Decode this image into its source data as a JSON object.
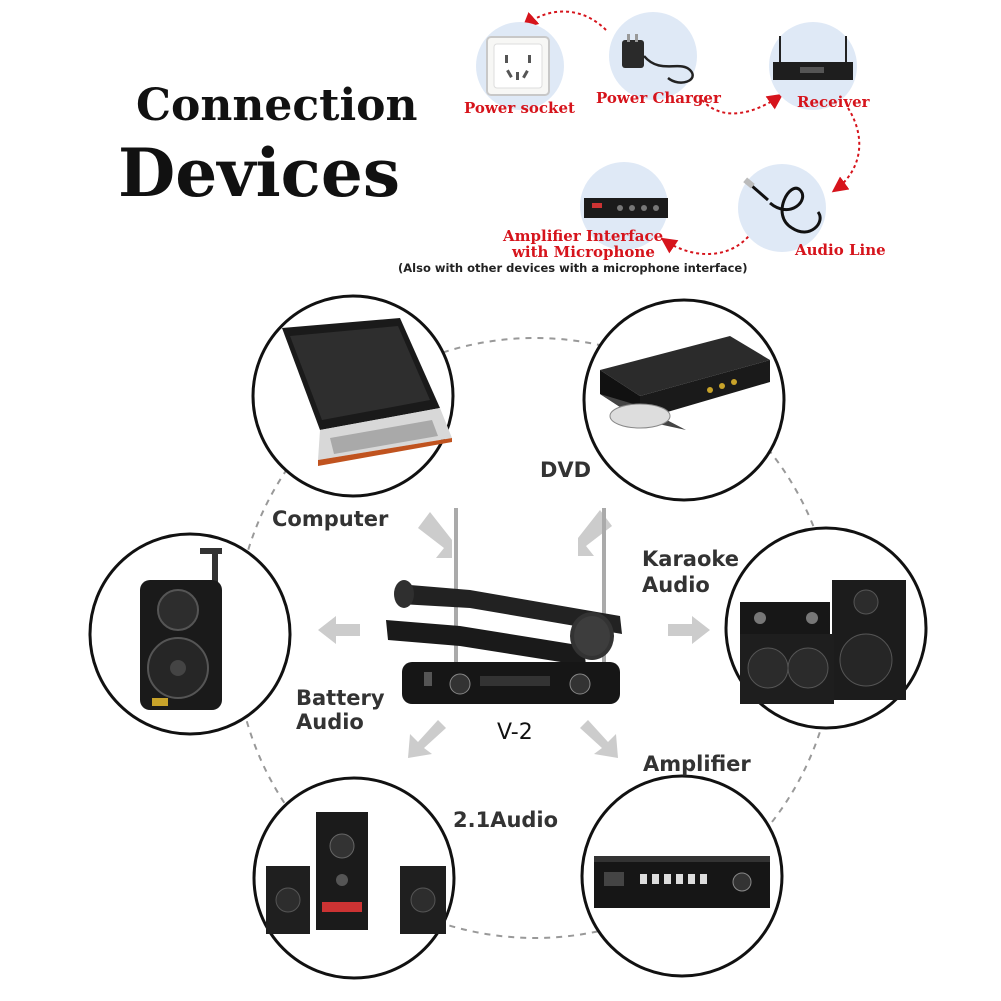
{
  "title": {
    "line1": "Connection",
    "line2": "Devices"
  },
  "flow": {
    "power_socket": "Power socket",
    "power_charger": "Power Charger",
    "receiver": "Receiver",
    "audio_line": "Audio Line",
    "amplifier_interface_line1": "Amplifier Interface",
    "amplifier_interface_line2": "with Microphone",
    "note": "(Also with other devices with a microphone interface)",
    "arrow_color": "#d6141c"
  },
  "devices": {
    "computer": "Computer",
    "dvd": "DVD",
    "karaoke_line1": "Karaoke",
    "karaoke_line2": "Audio",
    "battery_line1": "Battery",
    "battery_line2": "Audio",
    "amplifier": "Amplifier",
    "audio21": "2.1Audio"
  },
  "center": {
    "model": "V-2"
  }
}
